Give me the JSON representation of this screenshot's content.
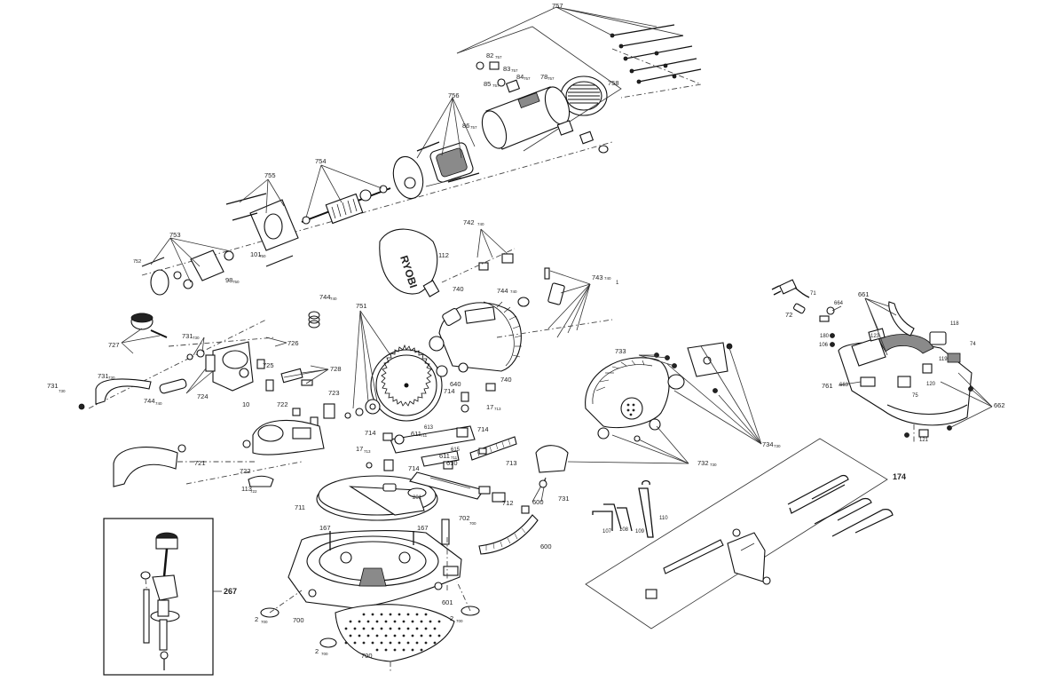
{
  "diagram": {
    "brand_text": "RYOBI",
    "callouts": {
      "c757": "757",
      "c758": "758",
      "c756": "756",
      "c755": "755",
      "c754": "754",
      "c753": "753",
      "c752": "752",
      "c101": "101",
      "c98": "98",
      "c82": "82",
      "c83": "83",
      "c84": "84",
      "c85": "85",
      "c78": "78",
      "c86": "86",
      "c742": "742",
      "c112": "112",
      "c740": "740",
      "c740b": "740",
      "c744a": "744",
      "c744b": "744",
      "c744c": "744",
      "c743": "743",
      "c751": "751",
      "c727": "727",
      "c731a": "731",
      "c731b": "731",
      "c731c": "731",
      "c731d": "731",
      "c726": "726",
      "c725": "725",
      "c728": "728",
      "c724": "724",
      "c723": "723",
      "c722a": "722",
      "c722b": "722",
      "c721": "721",
      "c113": "113",
      "c10": "10",
      "c714a": "714",
      "c714b": "714",
      "c714c": "714",
      "c640": "640",
      "c17a": "17",
      "c17b": "17",
      "c611a": "611",
      "c611b": "611",
      "c613": "613",
      "c615": "615",
      "c610": "610",
      "c713": "713",
      "c712": "712",
      "c711": "711",
      "c702": "702",
      "c600a": "600",
      "c600b": "600",
      "c601": "601",
      "c700a": "700",
      "c700b": "700",
      "c2a": "2",
      "c2b": "2",
      "c2c": "2",
      "c167a": "167",
      "c167b": "167",
      "c201": "201",
      "c733": "733",
      "c732": "732",
      "c734": "734",
      "c107": "107",
      "c108": "108",
      "c109": "109",
      "c110": "110",
      "c174": "174",
      "c267": "267",
      "c71": "71",
      "c72": "72",
      "c664": "664",
      "c661": "661",
      "c118": "118",
      "c123": "123",
      "c74": "74",
      "c106": "106",
      "c180": "180",
      "c119": "119",
      "c761": "761",
      "c663": "663",
      "c75": "75",
      "c120": "120",
      "c662": "662",
      "c121": "121",
      "c1": "1"
    },
    "subrefs": {
      "s757": "757",
      "s740": "740",
      "s700": "700",
      "s730": "730",
      "s711": "711",
      "s722": "722",
      "s713": "713",
      "s750": "750"
    }
  }
}
